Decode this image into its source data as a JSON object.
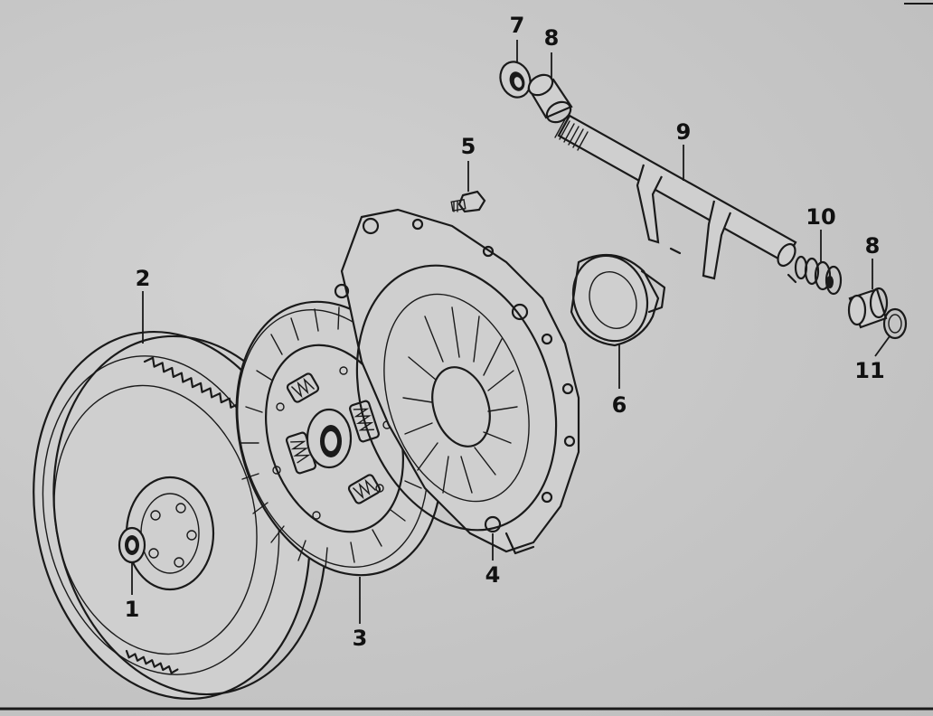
{
  "labels": {
    "p1": "1",
    "p2": "2",
    "p3": "3",
    "p4": "4",
    "p5": "5",
    "p6": "6",
    "p7": "7",
    "p8a": "8",
    "p8b": "8",
    "p9": "9",
    "p10": "10",
    "p11": "11"
  }
}
